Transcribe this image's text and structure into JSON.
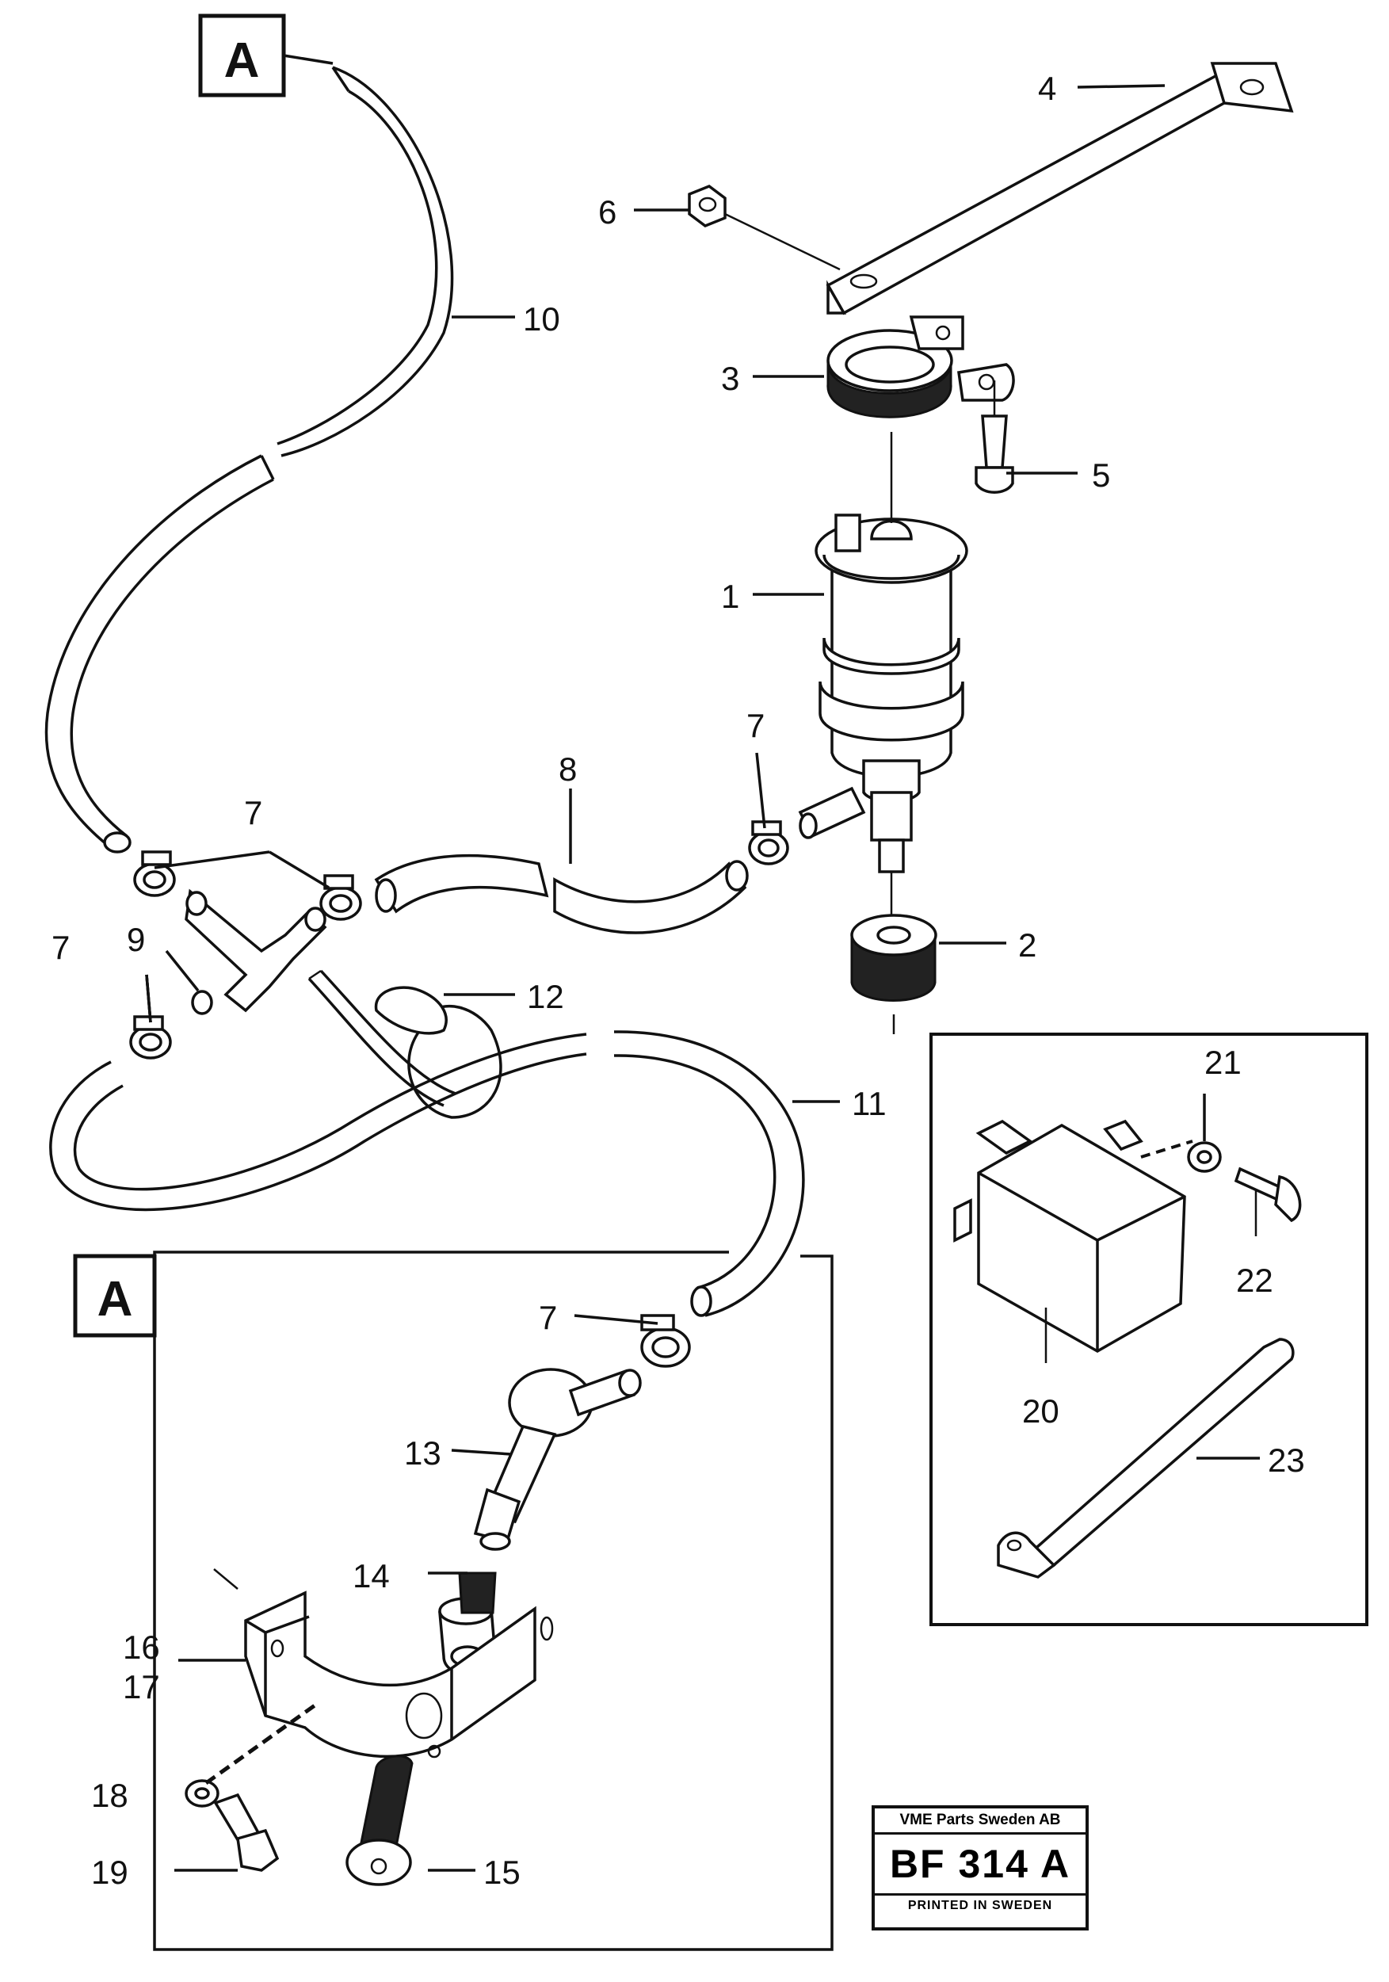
{
  "labels": {
    "l1": "1",
    "l2": "2",
    "l3": "3",
    "l4": "4",
    "l5": "5",
    "l6": "6",
    "l7a": "7",
    "l7b": "7",
    "l7c": "7",
    "l7d": "7",
    "l7e": "7",
    "l8": "8",
    "l9": "9",
    "l10": "10",
    "l11": "11",
    "l12": "12",
    "l13": "13",
    "l14": "14",
    "l15": "15",
    "l16": "16",
    "l17": "17",
    "l18": "18",
    "l19": "19",
    "l20": "20",
    "l21": "21",
    "l22": "22",
    "l23": "23"
  },
  "detail_boxes": {
    "top": "A",
    "inset": "A"
  },
  "stamp": {
    "company": "VME Parts Sweden AB",
    "code": "BF 314 A",
    "printed": "PRINTED IN SWEDEN"
  }
}
